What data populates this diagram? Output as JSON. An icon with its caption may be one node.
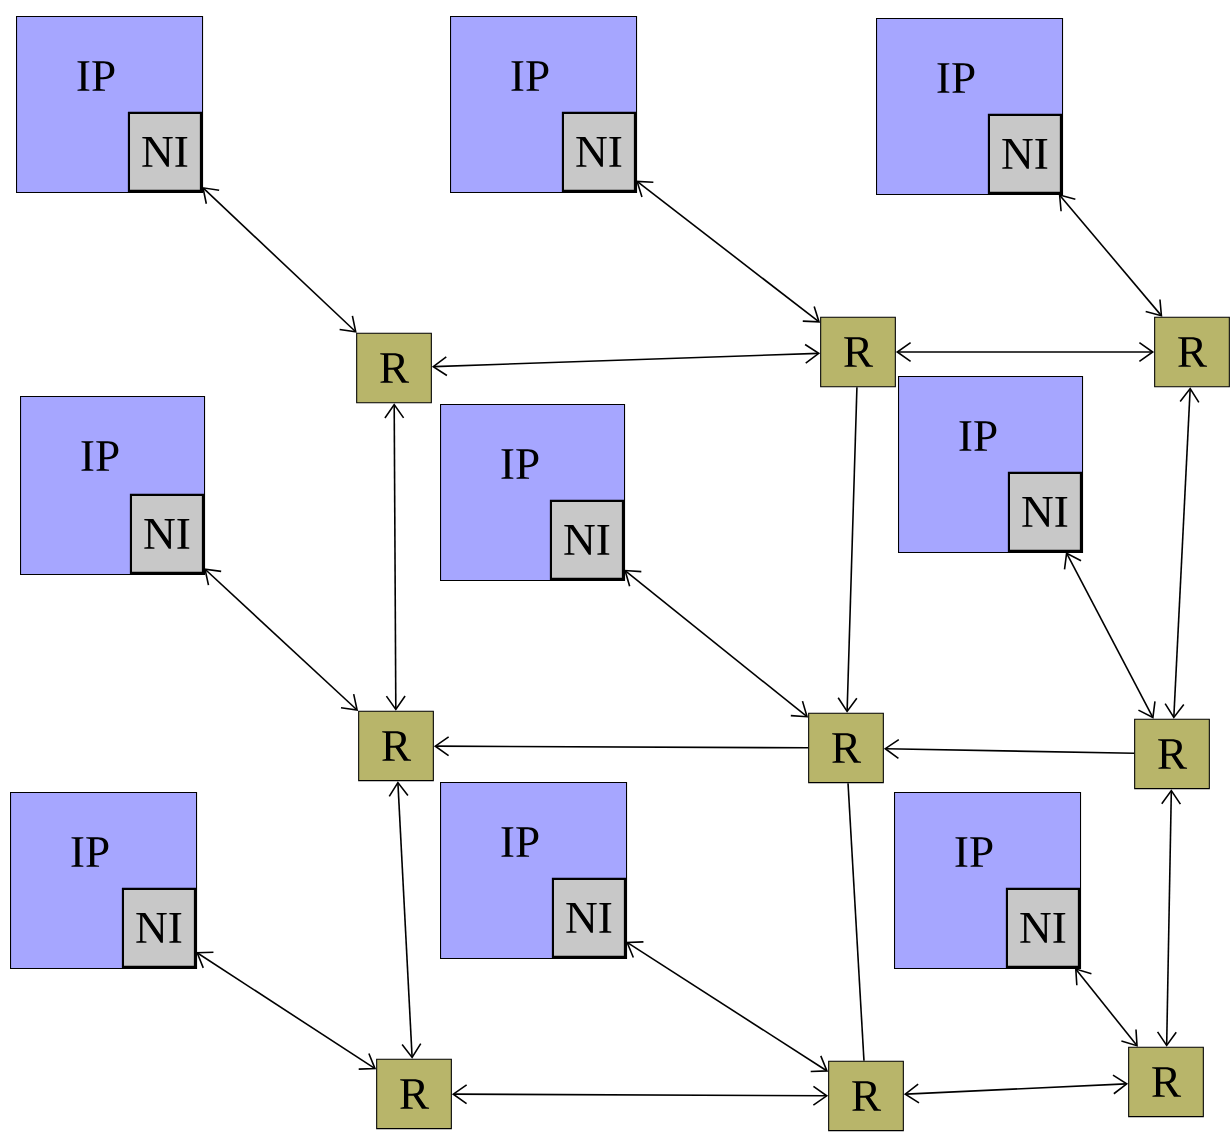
{
  "diagram": {
    "nodes": [
      {
        "text": [
          "IP"
        ]
      },
      {
        "text": [
          "NI"
        ],
        "in": 0
      },
      {
        "text": [
          "IP"
        ]
      },
      {
        "text": [
          "NI"
        ],
        "in": 2
      },
      {
        "text": [
          "IP"
        ]
      },
      {
        "text": [
          "NI"
        ],
        "in": 4
      },
      {
        "text": [
          "IP"
        ]
      },
      {
        "text": [
          "NI"
        ],
        "in": 6
      },
      {
        "text": [
          "IP"
        ]
      },
      {
        "text": [
          "NI"
        ],
        "in": 8
      },
      {
        "text": [
          "IP"
        ]
      },
      {
        "text": [
          "NI"
        ],
        "in": 10
      },
      {
        "text": [
          "IP"
        ]
      },
      {
        "text": [
          "NI"
        ],
        "in": 12
      },
      {
        "text": [
          "IP"
        ]
      },
      {
        "text": [
          "NI"
        ],
        "in": 14
      },
      {
        "text": [
          "IP"
        ]
      },
      {
        "text": [
          "NI"
        ],
        "in": 16
      },
      {
        "text": [
          "R"
        ]
      },
      {
        "text": [
          "R"
        ]
      },
      {
        "text": [
          "R"
        ]
      },
      {
        "text": [
          "R"
        ]
      },
      {
        "text": [
          "R"
        ]
      },
      {
        "text": [
          "R"
        ]
      },
      {
        "text": [
          "R"
        ]
      },
      {
        "text": [
          "R"
        ]
      },
      {
        "text": [
          "R"
        ]
      }
    ],
    "edges": [
      {
        "from": 1,
        "to": 18,
        "arrow": "both"
      },
      {
        "from": 3,
        "to": 19,
        "arrow": "both"
      },
      {
        "from": 5,
        "to": 20,
        "arrow": "both"
      },
      {
        "from": 7,
        "to": 21,
        "arrow": "both"
      },
      {
        "from": 9,
        "to": 22,
        "arrow": "both"
      },
      {
        "from": 11,
        "to": 23,
        "arrow": "both"
      },
      {
        "from": 13,
        "to": 24,
        "arrow": "both"
      },
      {
        "from": 15,
        "to": 25,
        "arrow": "both"
      },
      {
        "from": 17,
        "to": 26,
        "arrow": "both"
      },
      {
        "from": 18,
        "to": 19,
        "arrow": "both"
      },
      {
        "from": 19,
        "to": 20,
        "arrow": "both"
      },
      {
        "from": 22,
        "to": 21,
        "arrow": "to"
      },
      {
        "from": 23,
        "to": 22,
        "arrow": "to"
      },
      {
        "from": 24,
        "to": 25,
        "arrow": "both"
      },
      {
        "from": 25,
        "to": 26,
        "arrow": "both"
      },
      {
        "from": 18,
        "to": 21,
        "arrow": "both"
      },
      {
        "from": 21,
        "to": 24,
        "arrow": "both"
      },
      {
        "from": 19,
        "to": 22,
        "arrow": "to"
      },
      {
        "from": 22,
        "to": 25,
        "arrow": "none"
      },
      {
        "from": 20,
        "to": 23,
        "arrow": "both"
      },
      {
        "from": 23,
        "to": 26,
        "arrow": "both"
      }
    ]
  }
}
